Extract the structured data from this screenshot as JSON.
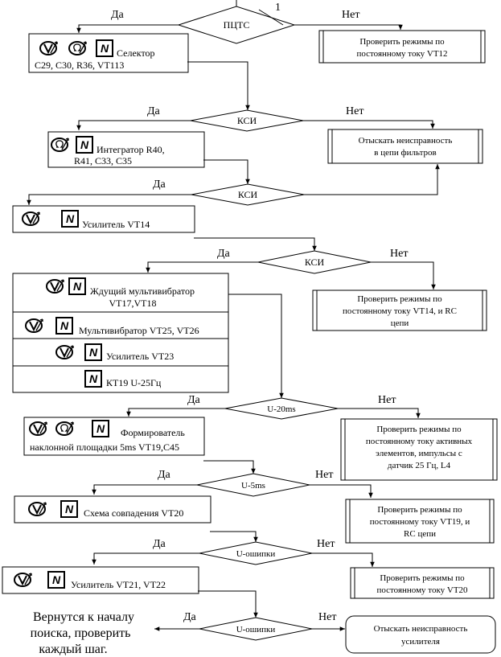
{
  "labels": {
    "yes": "Да",
    "no": "Нет"
  },
  "entry_marker": "1",
  "icons": {
    "meter_letter": "N"
  },
  "decisions": {
    "d1": "ПЦТС",
    "d2": "КСИ",
    "d3": "КСИ",
    "d4": "КСИ",
    "d5": "U-20ms",
    "d6": "U-5ms",
    "d7": "U-ошипки",
    "d8": "U-ошипки"
  },
  "steps": {
    "s1": {
      "line1": "Селектор",
      "line2": "C29, C30, R36, VT113"
    },
    "s2": {
      "line1": "Интегратор R40,",
      "line2": "R41, C33, C35"
    },
    "s3": {
      "line1": "Усилитель VT14"
    },
    "s4a": {
      "line1": "Ждущий мультивибратор",
      "line2": "VT17,VT18"
    },
    "s4b": {
      "line1": "Мультивибратор VT25, VT26"
    },
    "s4c": {
      "line1": "Усилитель VT23"
    },
    "s4d": {
      "line1": "КТ19  U-25Гц"
    },
    "s5": {
      "line1": "Формирователь",
      "line2": "наклонной площадки 5ms VT19,C45"
    },
    "s6": {
      "line1": "Схема совпадения VT20"
    },
    "s7": {
      "line1": "Усилитель   VT21, VT22"
    }
  },
  "actions": {
    "a1": {
      "line1": "Проверить режимы по",
      "line2": "постоянному току     VT12"
    },
    "a2": {
      "line1": "Отыскать неисправность",
      "line2": "в цепи фильтров"
    },
    "a3": {
      "line1": "Проверить режимы по",
      "line2": "постоянному току  VT14, и RC",
      "line3": "цепи"
    },
    "a4": {
      "line1": "Проверить режимы по",
      "line2": "постоянному току активных",
      "line3": "элементов, импульсы с",
      "line4": "датчик 25 Гц, L4"
    },
    "a5": {
      "line1": "Проверить режимы по",
      "line2": "постоянному току  VT19, и",
      "line3": "RC цепи"
    },
    "a6": {
      "line1": "Проверить режимы по",
      "line2": "постоянному току  VT20"
    },
    "a7": {
      "line1": "Отыскать неисправность",
      "line2": "усилителя"
    }
  },
  "restart": {
    "line1": "Вернутся к началу",
    "line2": "поиска, проверить",
    "line3": "каждый шаг."
  }
}
